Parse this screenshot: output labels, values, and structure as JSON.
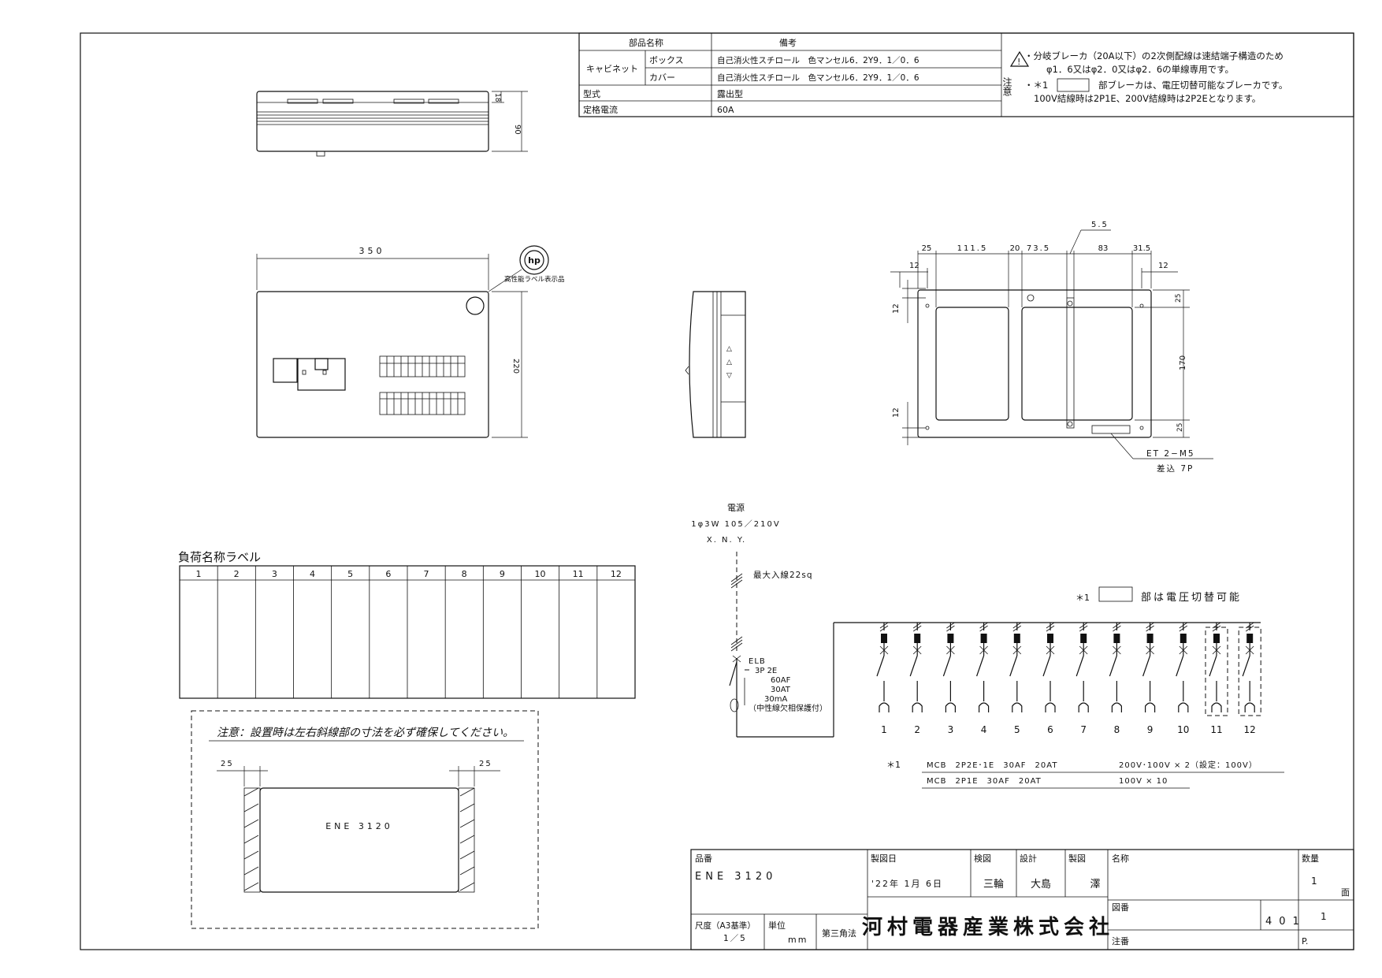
{
  "parts_table": {
    "header_part": "部品名称",
    "header_remarks": "備考",
    "cabinet": "キャビネット",
    "box": "ボックス",
    "cover": "カバー",
    "box_remark": "自己消火性スチロール　色マンセル6．2Y9．1／0．6",
    "cover_remark": "自己消火性スチロール　色マンセル6．2Y9．1／0．6",
    "type_label": "型式",
    "type_value": "露出型",
    "rated_label": "定格電流",
    "rated_value": "60A"
  },
  "caution": {
    "label": "注意",
    "line1": "・分岐ブレーカ（20A以下）の2次側配線は速結端子構造のため",
    "line2": "φ1．6又はφ2．0又はφ2．6の単線専用です。",
    "line3a": "・＊1",
    "line3b": "部ブレーカは、電圧切替可能なブレーカです。",
    "line4": "100V結線時は2P1E、200V結線時は2P2Eとなります。"
  },
  "front_view": {
    "width_dim": "350",
    "height_dim": "220",
    "label_note": "高性能ラベル表示品",
    "logo_text": "hp"
  },
  "top_view": {
    "depth_dim": "90",
    "small_dim": "18"
  },
  "mount_view": {
    "d1": "25",
    "d2": "111.5",
    "d3": "20",
    "d4": "73.5",
    "d5": "83",
    "d6": "31.5",
    "d_top": "5.5",
    "d_left": "12",
    "d_right": "12",
    "v1": "12",
    "v2": "12",
    "h1": "25",
    "h2": "170",
    "h3": "25",
    "terminal": "ET 2−M5",
    "terminal_sub": "差込 7P"
  },
  "load_label": {
    "title": "負荷名称ラベル",
    "columns": [
      "1",
      "2",
      "3",
      "4",
      "5",
      "6",
      "7",
      "8",
      "9",
      "10",
      "11",
      "12"
    ]
  },
  "install_note": {
    "text": "注意：設置時は左右斜線部の寸法を必ず確保してください。",
    "left": "25",
    "right": "25",
    "model": "ENE 3120"
  },
  "wiring": {
    "power": "電源",
    "spec": "1φ3W 105／210V",
    "phases": "X. N. Y.",
    "max_wire": "最大入線22sq",
    "elb": "ELB",
    "elb_poles": "3P 2E",
    "elb_af": "60AF",
    "elb_at": "30AT",
    "elb_ma": "30mA",
    "elb_note": "（中性線欠相保護付）",
    "switchable": "＊1",
    "switchable_text": "部は電圧切替可能",
    "circuits": [
      "1",
      "2",
      "3",
      "4",
      "5",
      "6",
      "7",
      "8",
      "9",
      "10",
      "11",
      "12"
    ],
    "note_mark": "＊1",
    "mcb1": "MCB　2P2E･1E　30AF　20AT",
    "mcb1_qty": "200V･100V × 2（設定：100V）",
    "mcb2": "MCB　2P1E　30AF　20AT",
    "mcb2_qty": "100V × 10"
  },
  "title_block": {
    "part_no_label": "品番",
    "part_no": "ENE 3120",
    "date_label": "製図日",
    "date": "'22年 1月 6日",
    "check_label": "検図",
    "check": "三輪",
    "design_label": "設計",
    "design": "大島",
    "draw_label": "製図",
    "draw": "澤",
    "name_label": "名称",
    "qty_label": "数量",
    "qty": "1",
    "qty_unit": "面",
    "scale_label": "尺度（A3基準）",
    "scale": "1／5",
    "unit_label": "単位",
    "unit": "mm",
    "angle": "第三角法",
    "company": "河村電器産業株式会社",
    "drawing_no_label": "図番",
    "drawing_no": "401",
    "sheet": "1",
    "note_label": "注番",
    "page_label": "P."
  }
}
